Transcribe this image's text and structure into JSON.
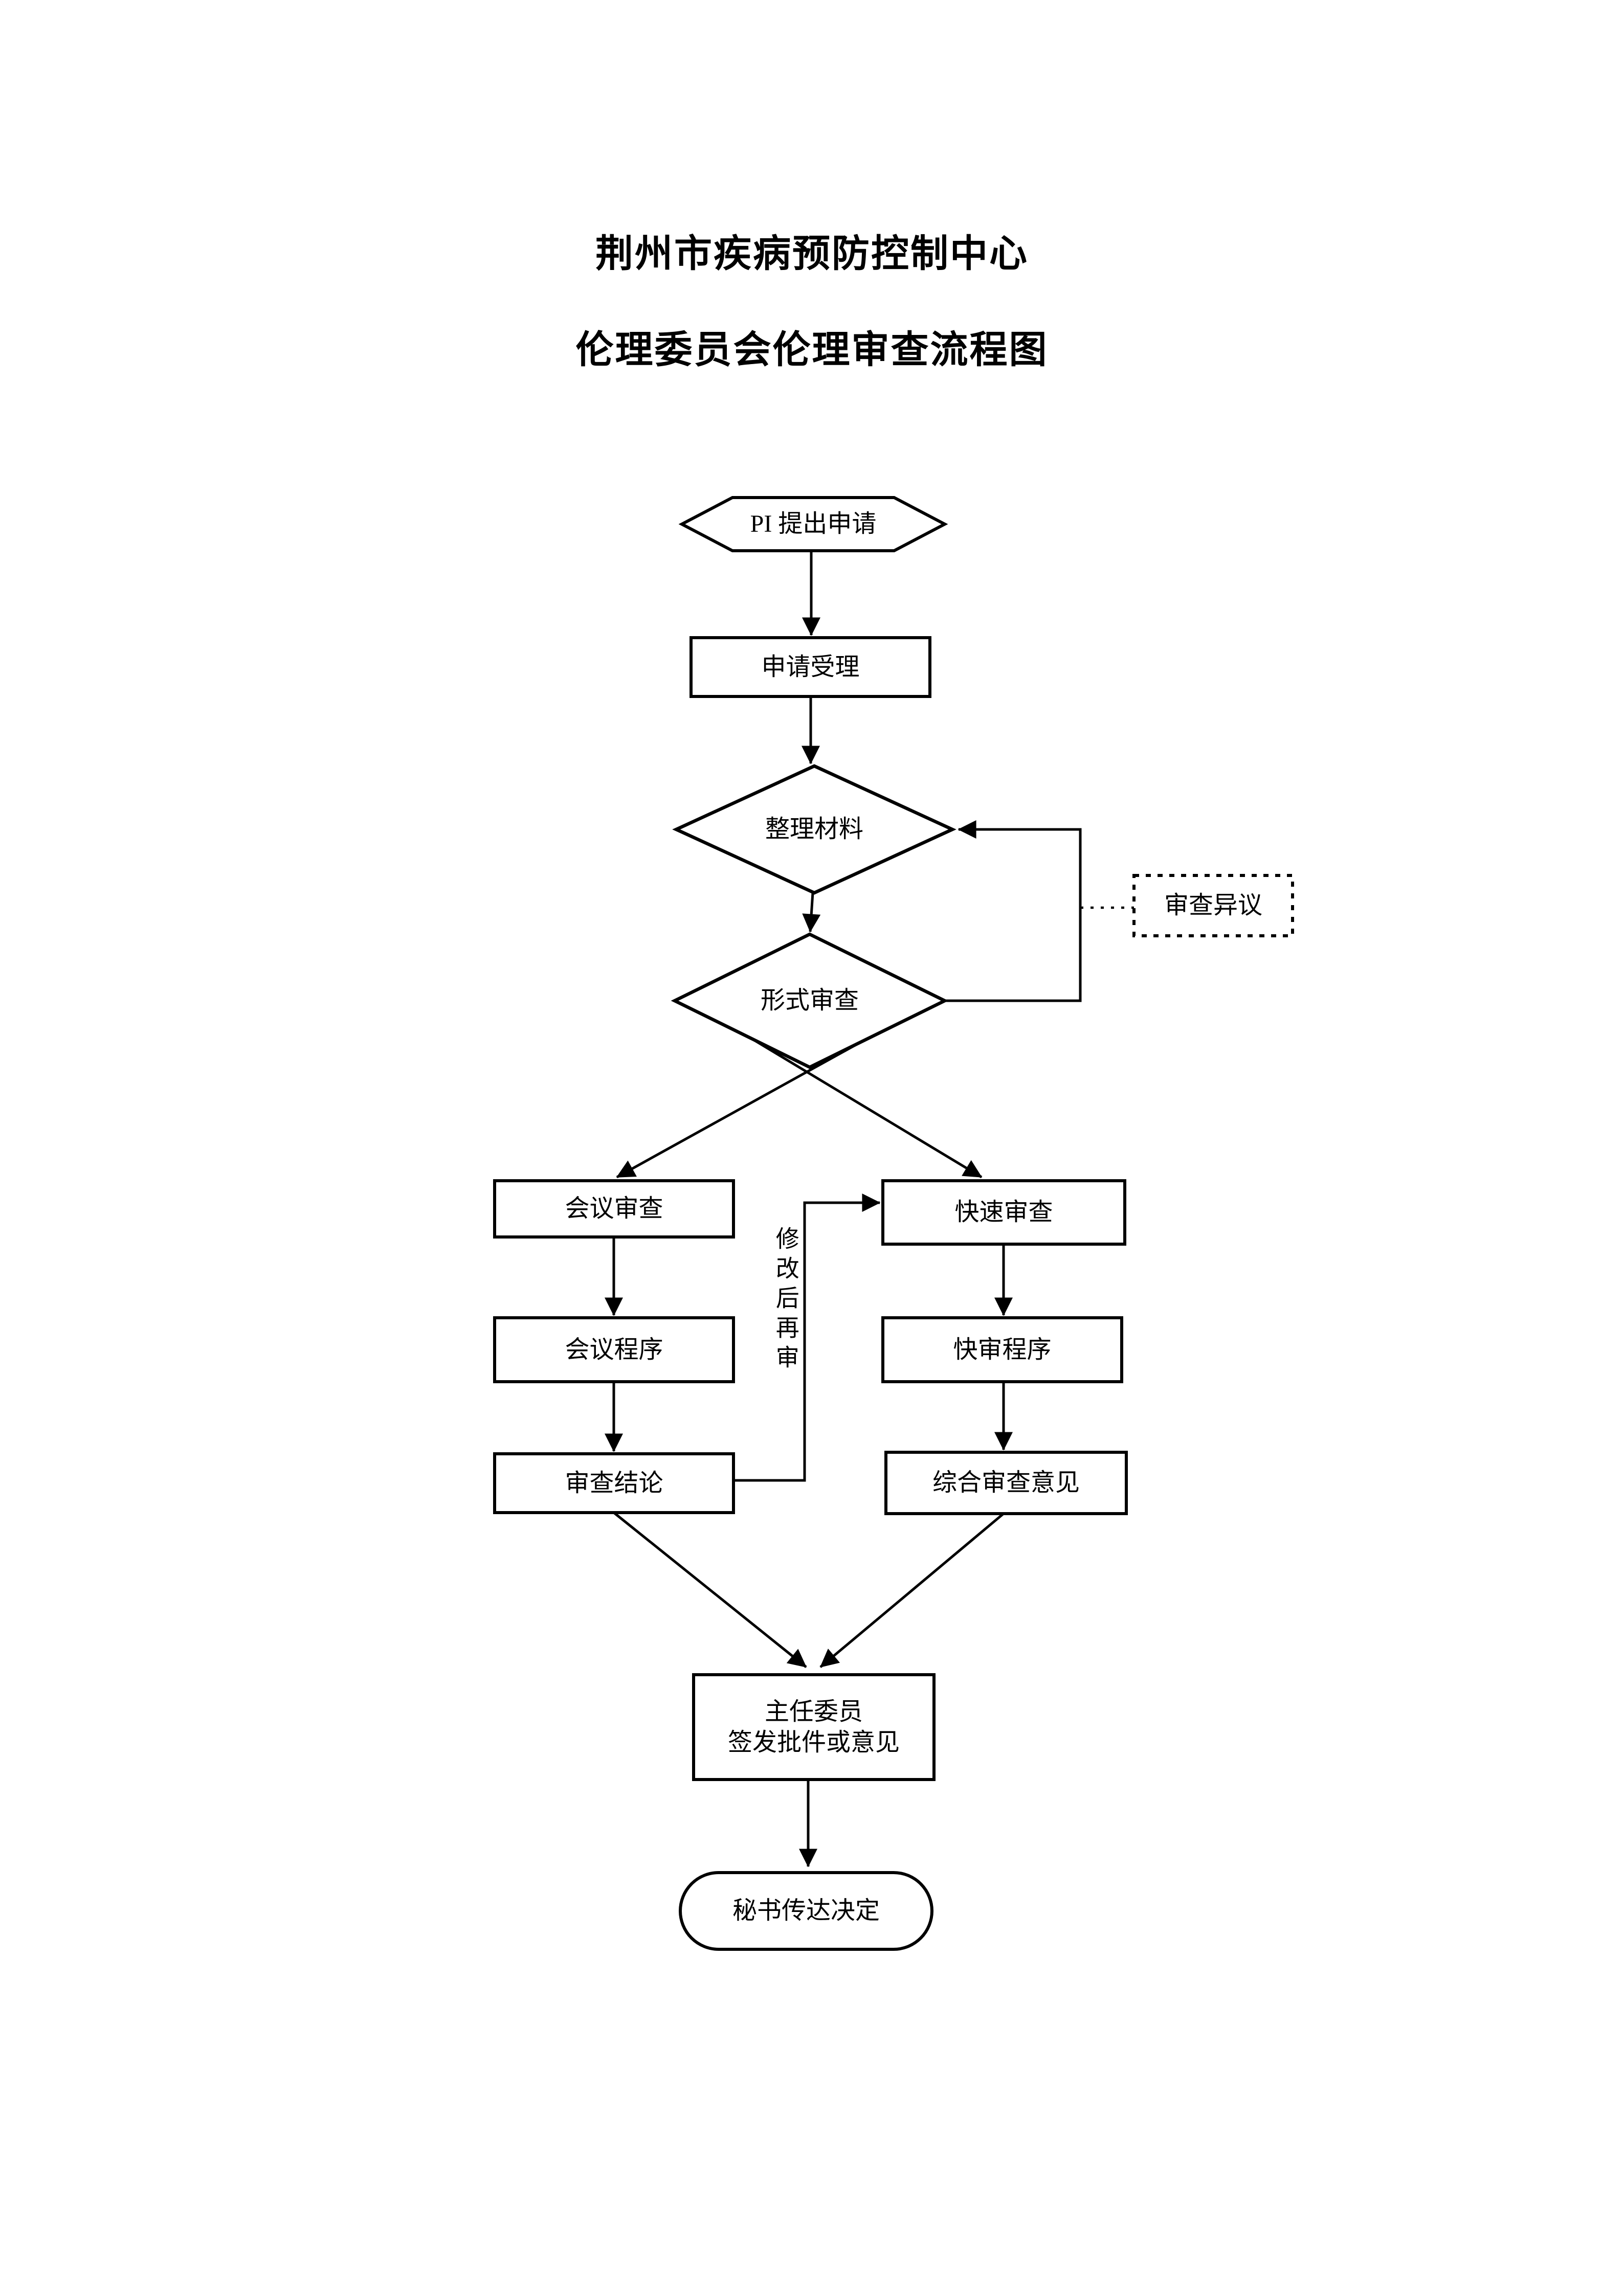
{
  "page": {
    "title_line1": "荆州市疾病预防控制中心",
    "title_line2": "伦理委员会伦理审查流程图"
  },
  "colors": {
    "ink": "#000000",
    "paper": "#ffffff"
  },
  "nodes": {
    "start": {
      "label": "PI 提出申请",
      "shape": "hexagon"
    },
    "accept": {
      "label": "申请受理",
      "shape": "rectangle"
    },
    "organize": {
      "label": "整理材料",
      "shape": "diamond"
    },
    "objection": {
      "label": "审查异议",
      "shape": "dotted-rectangle"
    },
    "formal": {
      "label": "形式审查",
      "shape": "diamond"
    },
    "meeting_review": {
      "label": "会议审查",
      "shape": "rectangle"
    },
    "quick_review": {
      "label": "快速审查",
      "shape": "rectangle"
    },
    "meeting_procedure": {
      "label": "会议程序",
      "shape": "rectangle"
    },
    "quick_procedure": {
      "label": "快审程序",
      "shape": "rectangle"
    },
    "review_conclusion": {
      "label": "审查结论",
      "shape": "rectangle"
    },
    "comprehensive_opinion": {
      "label": "综合审查意见",
      "shape": "rectangle"
    },
    "chair_sign": {
      "label_line1": "主任委员",
      "label_line2": "签发批件或意见",
      "shape": "rectangle"
    },
    "secretary": {
      "label": "秘书传达决定",
      "shape": "stadium"
    }
  },
  "edge_labels": {
    "revise_resubmit": "修改后再审"
  }
}
